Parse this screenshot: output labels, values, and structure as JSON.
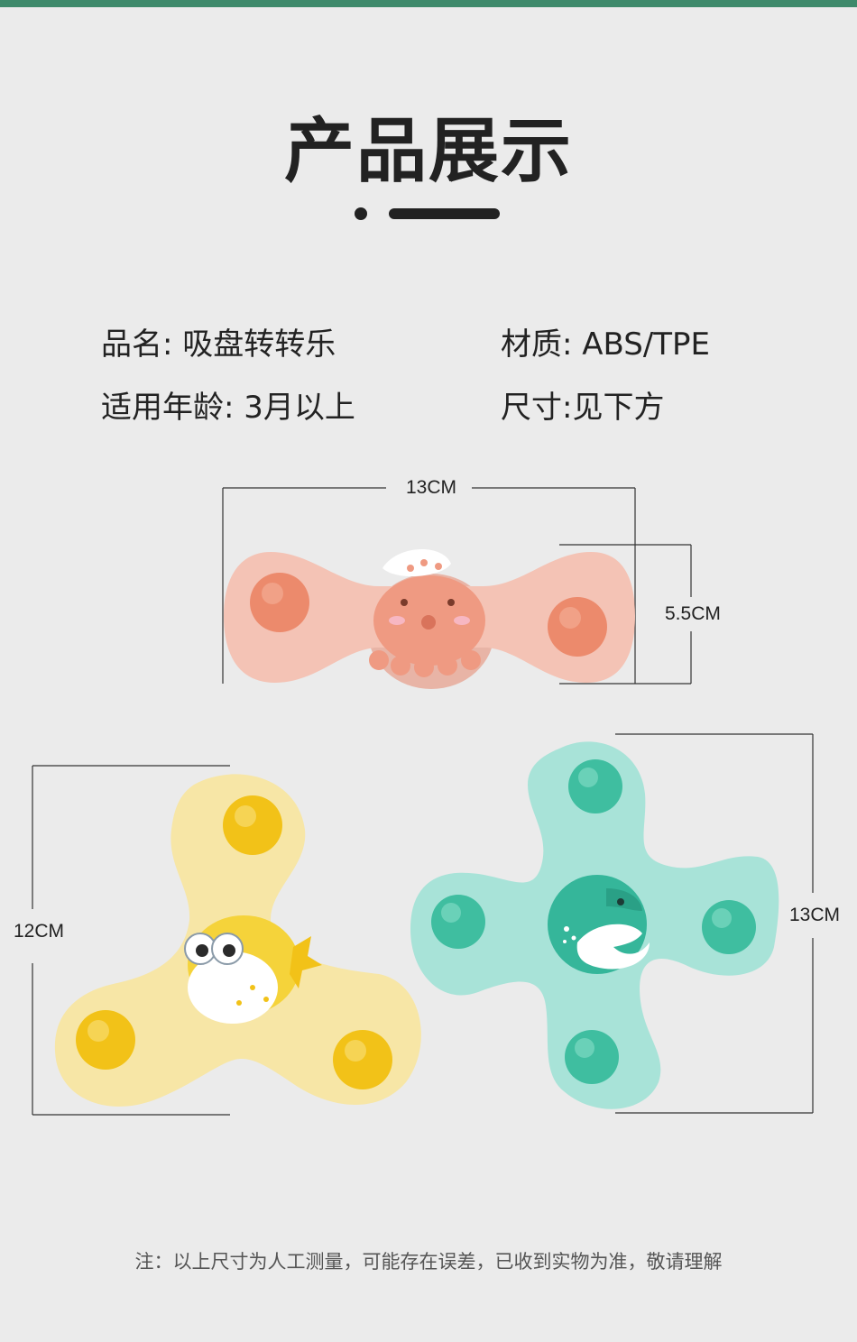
{
  "header": {
    "title": "产品展示",
    "accent_color": "#3e8a6b"
  },
  "specs": {
    "name": "品名: 吸盘转转乐",
    "material": "材质: ABS/TPE",
    "age": "适用年龄: 3月以上",
    "size": "尺寸:见下方"
  },
  "products": [
    {
      "name": "octopus-spinner",
      "color": "#f4c3b5",
      "width_label": "13CM",
      "height_label": "5.5CM"
    },
    {
      "name": "pufferfish-spinner",
      "color": "#f7e6a6",
      "height_label": "12CM"
    },
    {
      "name": "dolphin-spinner",
      "color": "#a8e3d8",
      "height_label": "13CM"
    }
  ],
  "footer": {
    "note": "注：以上尺寸为人工测量，可能存在误差，已收到实物为准，敬请理解"
  }
}
